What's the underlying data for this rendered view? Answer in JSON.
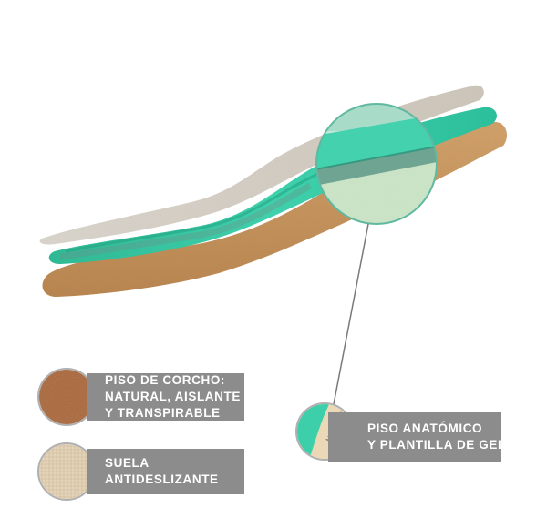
{
  "features": [
    {
      "id": "cork",
      "lines": [
        "PISO DE CORCHO:",
        "NATURAL, AISLANTE",
        "Y TRANSPIRABLE"
      ],
      "swatch": "cork-texture"
    },
    {
      "id": "sole",
      "lines": [
        "SUELA",
        "ANTIDESLIZANTE"
      ],
      "swatch": "beige-fabric-texture"
    },
    {
      "id": "gel",
      "lines": [
        "PISO ANATÓMICO",
        "Y PLANTILLA DE GEL"
      ],
      "swatch": "gel-insole-closeup"
    }
  ],
  "colors": {
    "label_background": "#8c8c8c",
    "label_text": "#ffffff",
    "cork": "#c9935a",
    "gel": "#3ec9a7",
    "fabric": "#d8d2c8",
    "sole_swatch": "#e2d2b8"
  }
}
